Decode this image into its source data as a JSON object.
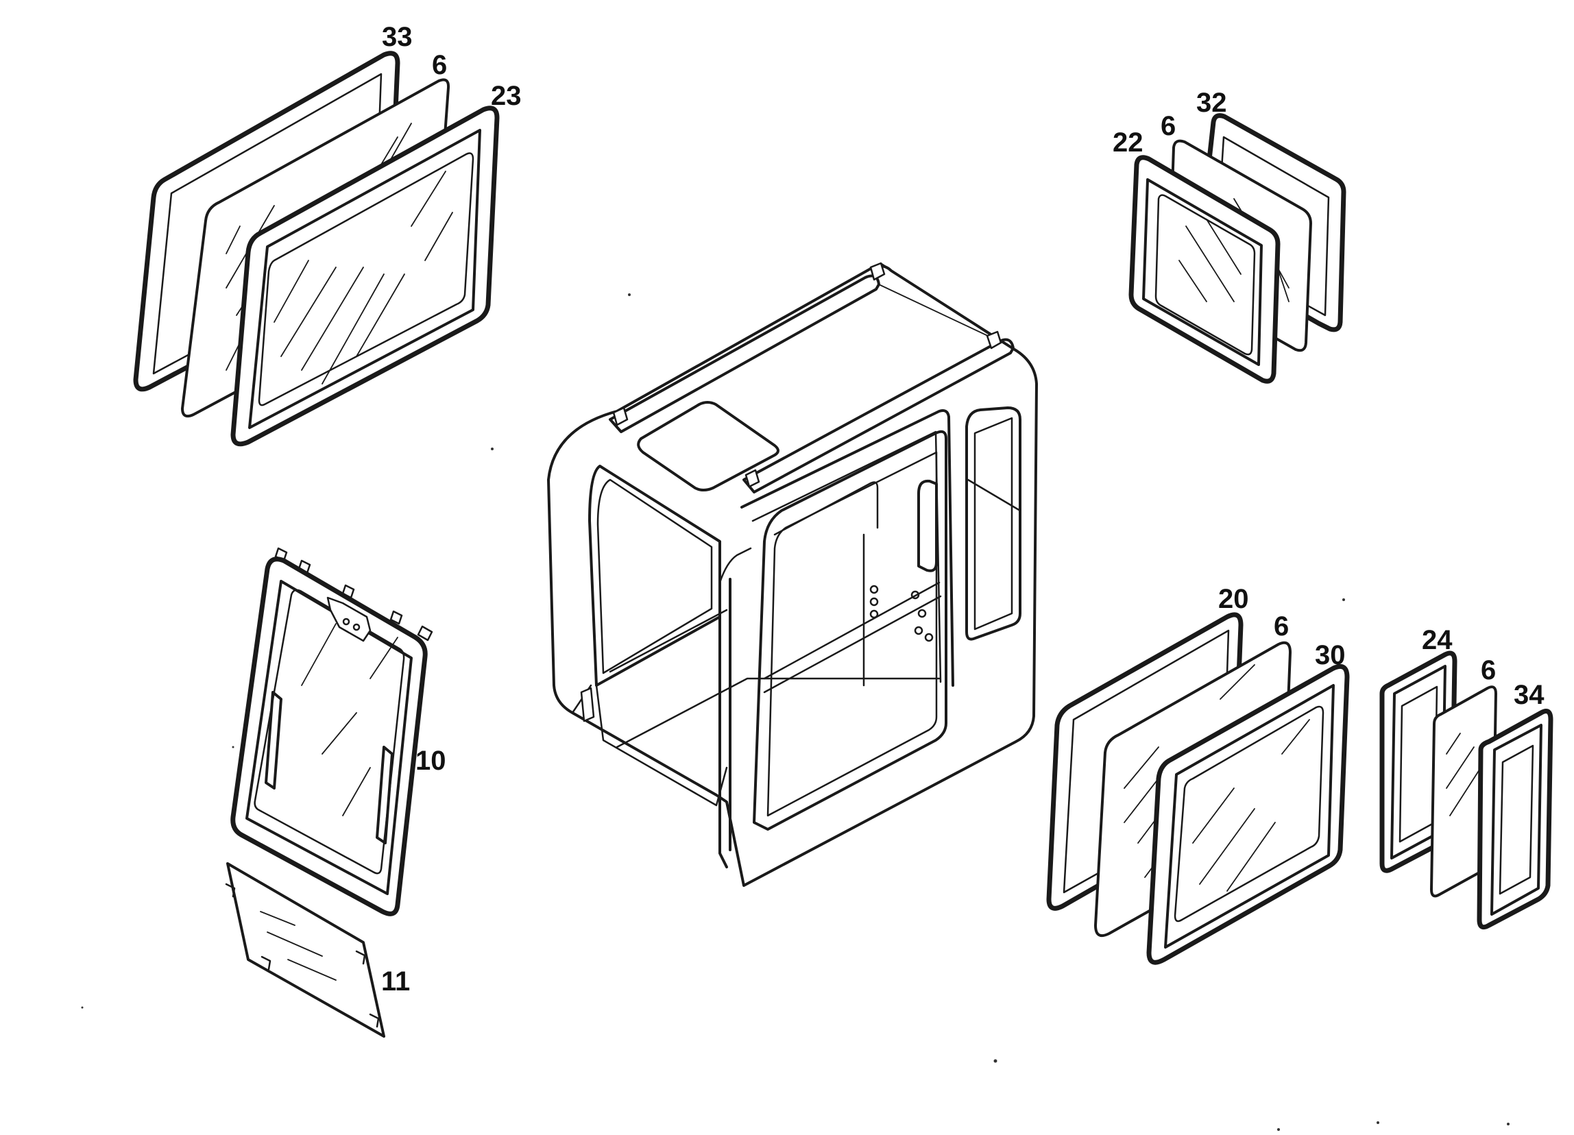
{
  "diagram": {
    "labels": {
      "p33": "33",
      "p6a": "6",
      "p23": "23",
      "p22": "22",
      "p6b": "6",
      "p32": "32",
      "p10": "10",
      "p11": "11",
      "p20": "20",
      "p6c": "6",
      "p30": "30",
      "p24": "24",
      "p6d": "6",
      "p34": "34"
    },
    "colors": {
      "line": "#1a1a1a",
      "background": "#ffffff"
    }
  }
}
